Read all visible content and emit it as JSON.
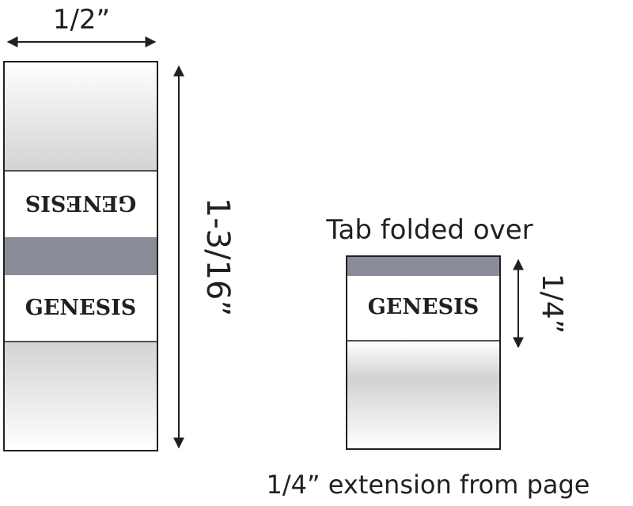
{
  "left_tab": {
    "width_label": "1/2”",
    "height_label": "1-3/16”",
    "top_text_mirrored": "GENESIS",
    "bottom_text": "GENESIS"
  },
  "right_tab": {
    "caption": "Tab folded over",
    "text": "GENESIS",
    "height_label": "1/4”",
    "extension_caption": "1/4” extension from page"
  },
  "colors": {
    "band": "#8a8c99",
    "outline": "#231f20",
    "gradient_light": "#ffffff",
    "gradient_dark": "#d4d4d6"
  }
}
